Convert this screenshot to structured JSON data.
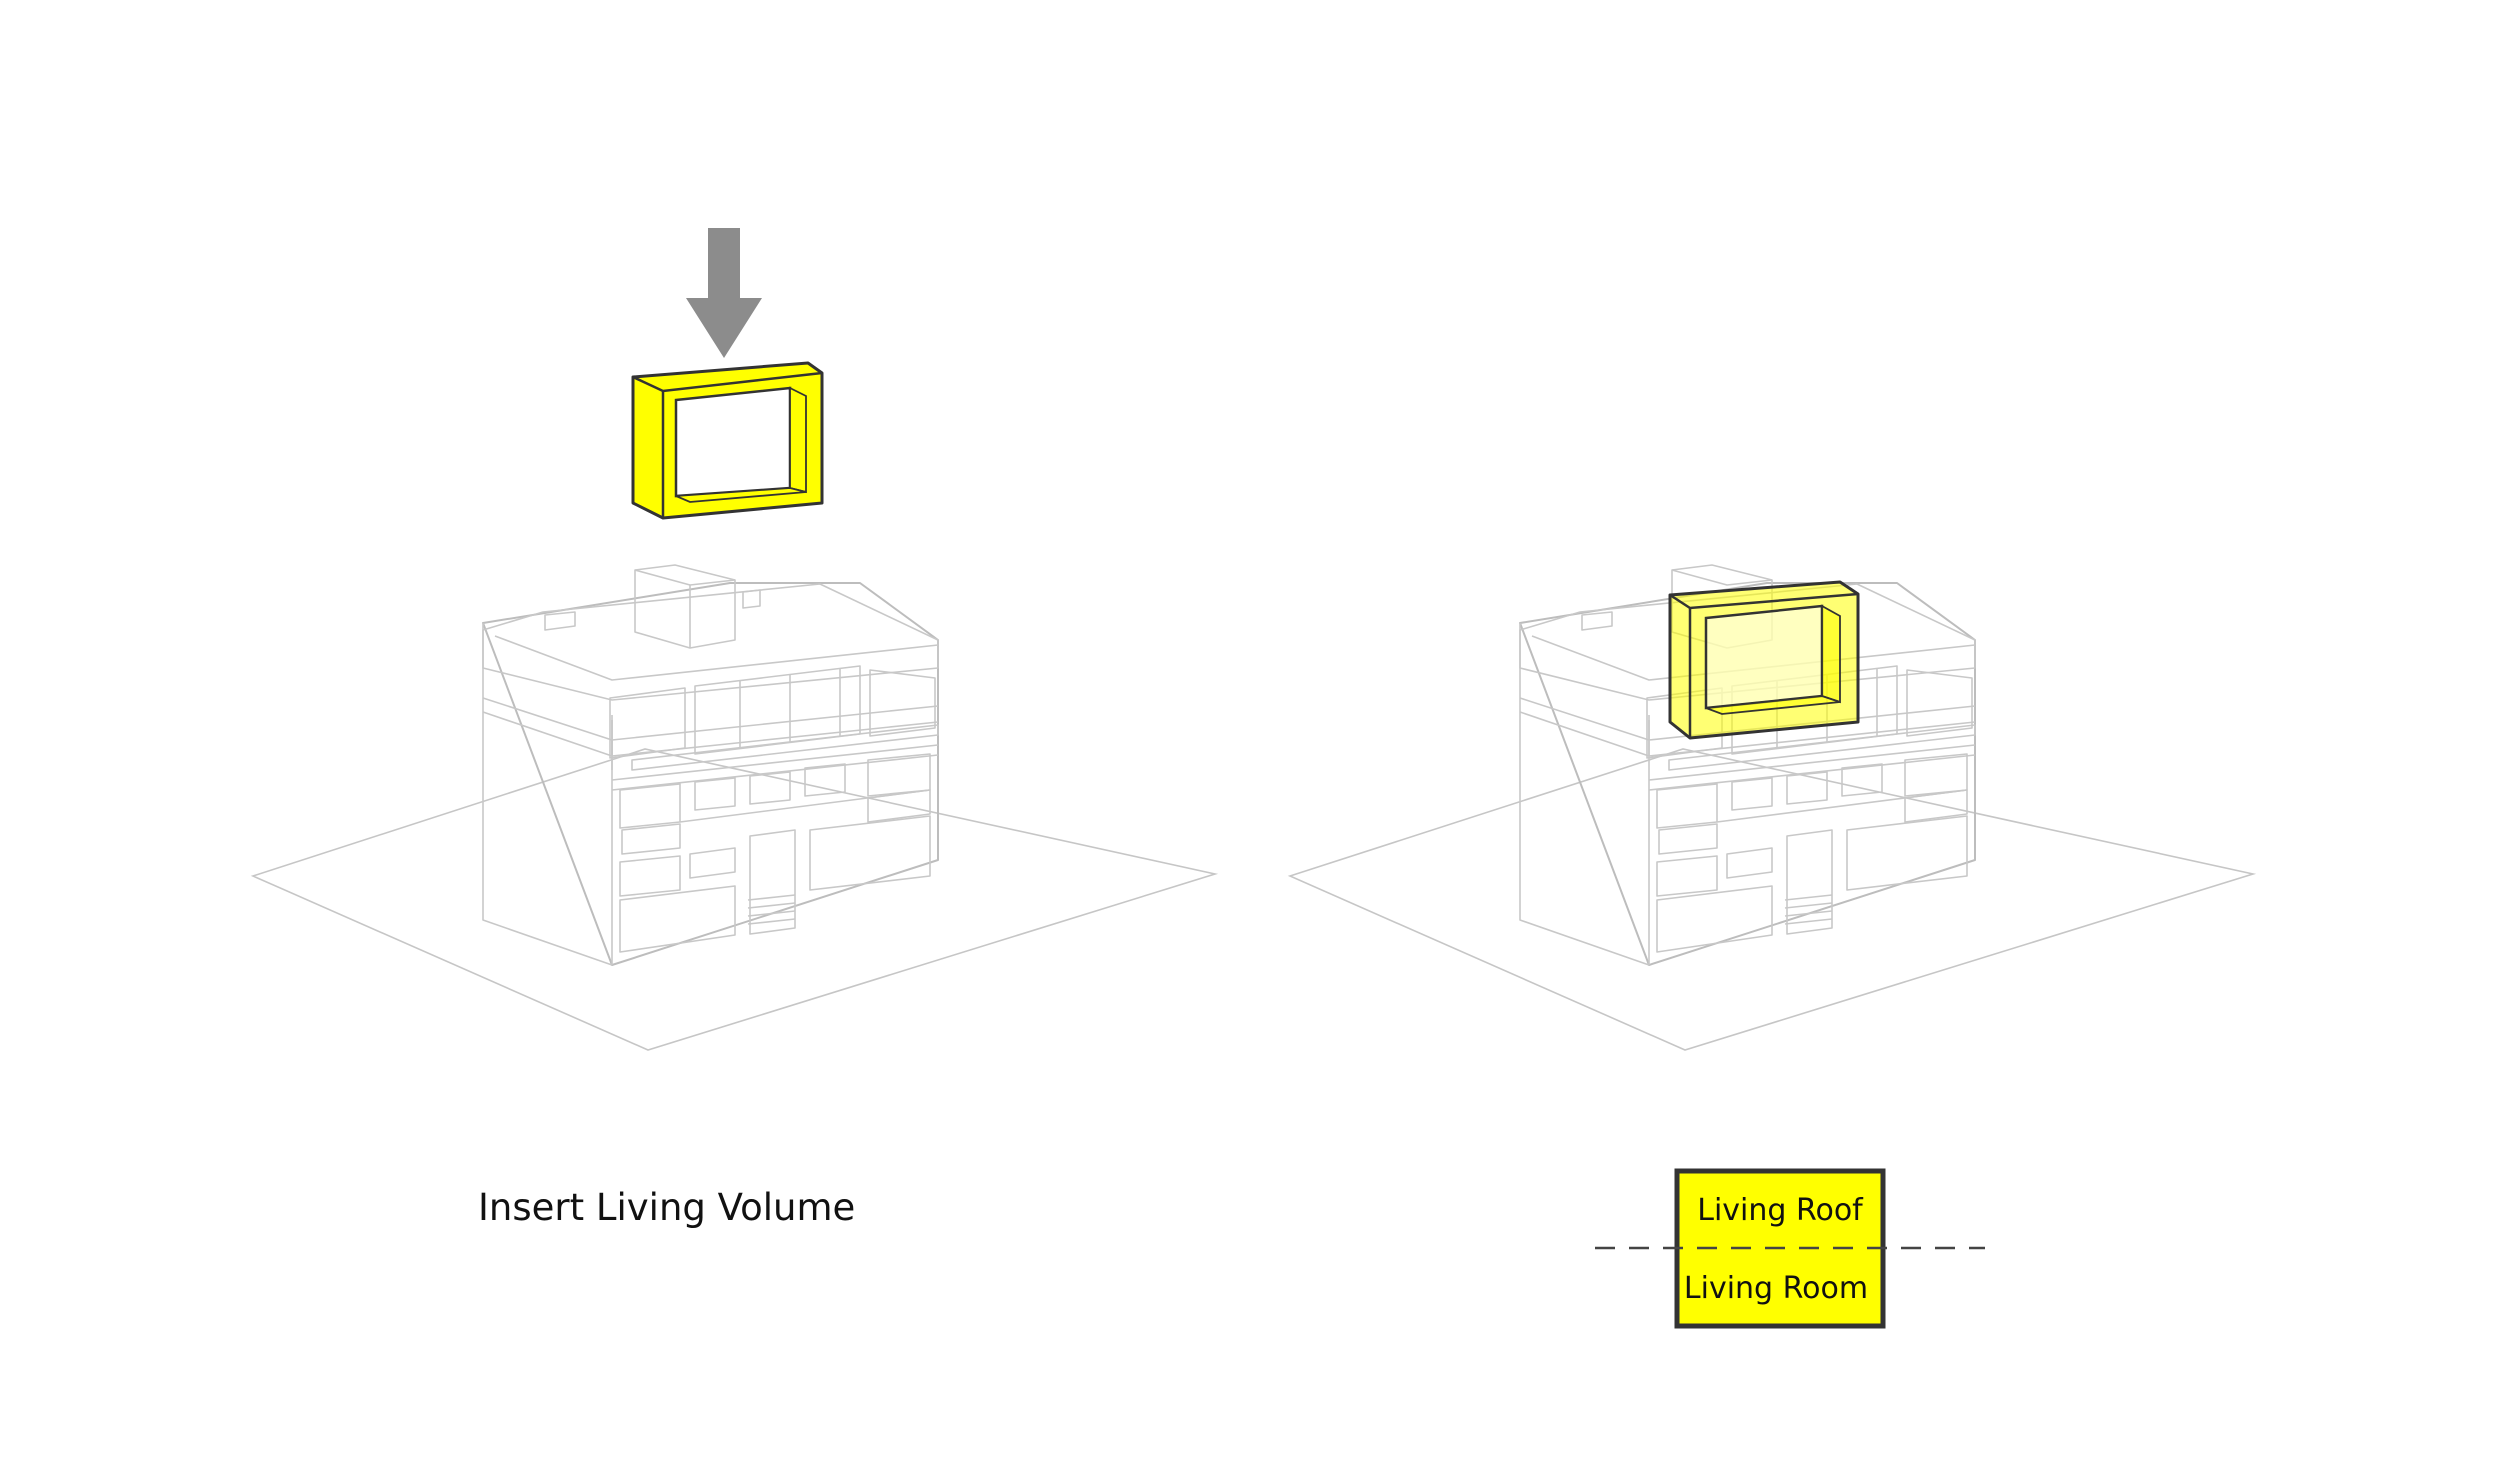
{
  "colors": {
    "background": "#ffffff",
    "highlight_yellow": "#ffff00",
    "outline_dark": "#333333",
    "building_line": "#c8c8c8",
    "arrow_gray": "#8c8c8c",
    "text": "#111111"
  },
  "panels": [
    {
      "id": "before",
      "caption": "Insert Living Volume",
      "arrow_icon": "down-arrow-icon"
    },
    {
      "id": "after",
      "legend": {
        "top_label": "Living Roof",
        "bottom_label": "Living Room"
      }
    }
  ]
}
